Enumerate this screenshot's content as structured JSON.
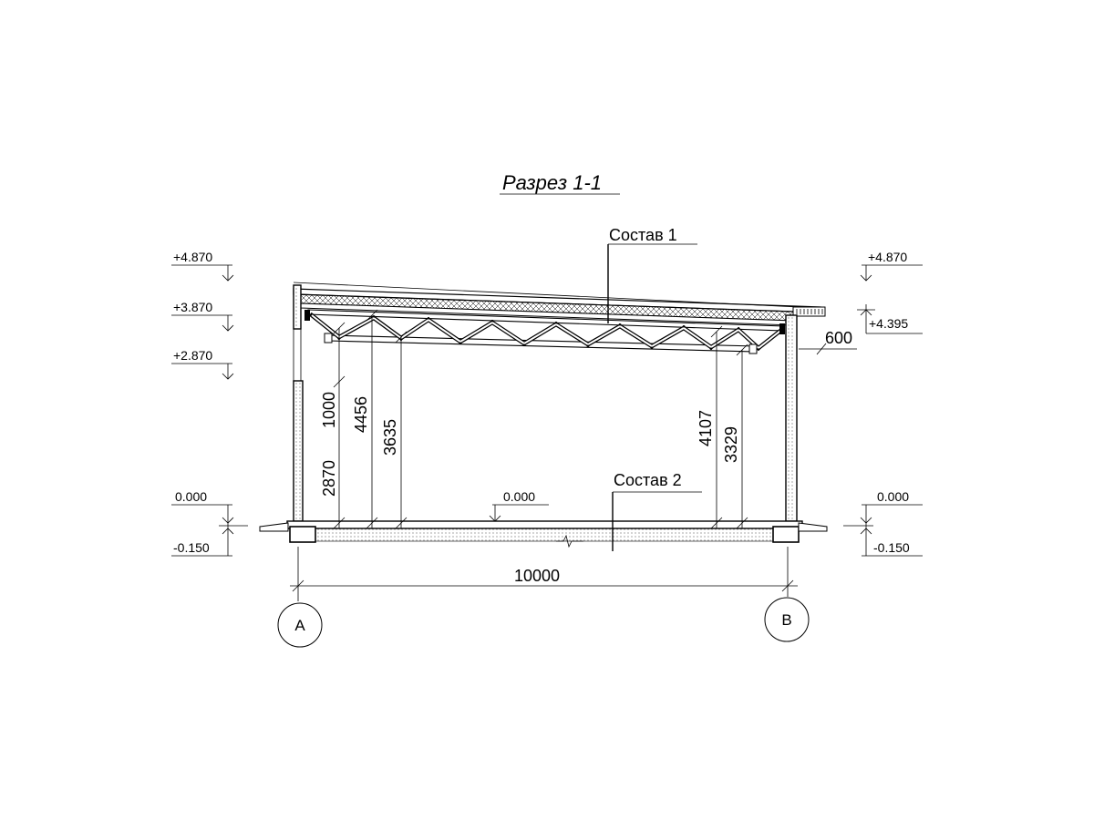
{
  "title": "Разрез 1-1",
  "callouts": {
    "roof": "Состав 1",
    "floor": "Состав 2"
  },
  "levels_left": {
    "l4870": "+4.870",
    "l3870": "+3.870",
    "l2870": "+2.870",
    "l0000": "0.000",
    "lm0150": "-0.150"
  },
  "levels_right": {
    "l4870": "+4.870",
    "l4395": "+4.395",
    "l0000": "0.000",
    "lm0150": "-0.150"
  },
  "level_inside": "0.000",
  "dimensions": {
    "d1000": "1000",
    "d2870": "2870",
    "d4456": "4456",
    "d3635": "3635",
    "d4107": "4107",
    "d3329": "3329",
    "d600": "600",
    "d10000": "10000"
  },
  "axes": {
    "left": "А",
    "right": "В"
  }
}
